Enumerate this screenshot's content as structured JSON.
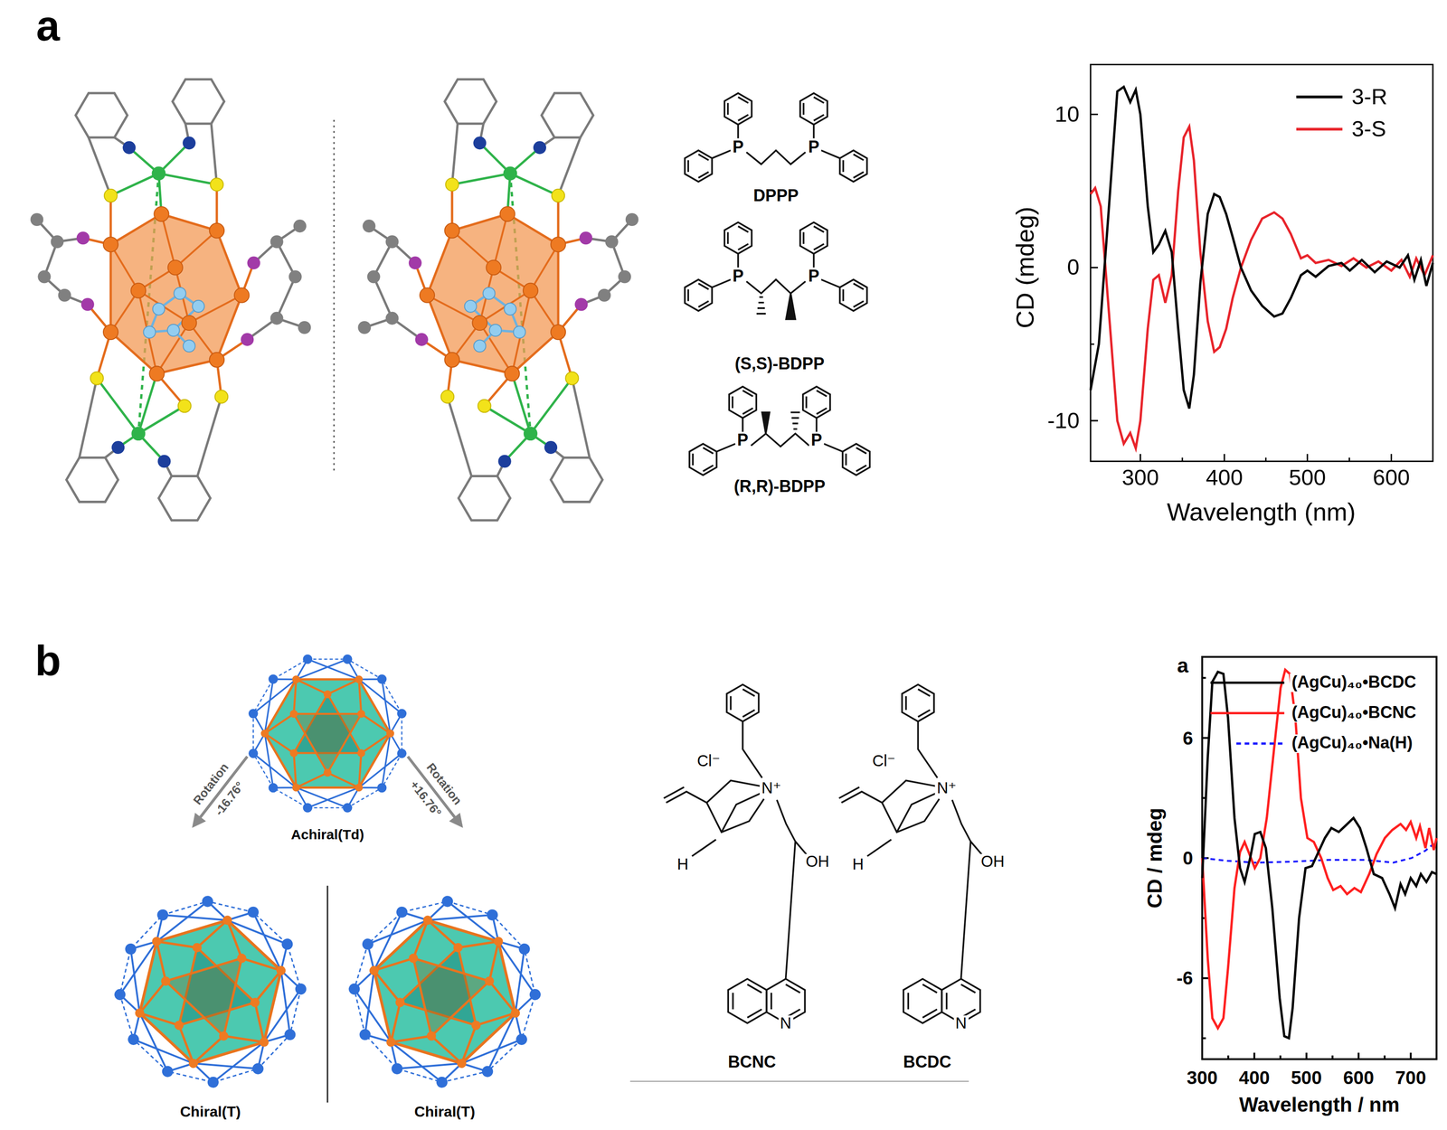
{
  "diagram": {
    "labels": [
      "a",
      "P",
      "P",
      "DPPP",
      "P",
      "P",
      "(S,S)-BDPP",
      "P",
      "P",
      "(R,R)-BDPP",
      "10",
      "0",
      "-10",
      "300",
      "400",
      "500",
      "600",
      "CD (mdeg)",
      "Wavelength (nm)",
      "b",
      "Achiral(Td)",
      "Rotation",
      "-16.76°",
      "Rotation",
      "+16.76°",
      "Chiral(T)",
      "Chiral(T)",
      "Cl⁻",
      "N⁺",
      "H",
      "OH",
      "N",
      "BCNC",
      "Cl⁻",
      "N⁺",
      "H",
      "OH",
      "N",
      "BCDC",
      "a",
      "6",
      "0",
      "-6",
      "300",
      "400",
      "500",
      "600",
      "700",
      "CD / mdeg",
      "Wavelength / nm"
    ],
    "legend": [
      {
        "text": "3-R"
      },
      {
        "text": "3-S"
      },
      {
        "text": "(AgCu)₄₀•BCDC"
      },
      {
        "text": "(AgCu)₄₀•BCNC"
      },
      {
        "text": "(AgCu)₄₀•Na(H)"
      }
    ]
  }
}
